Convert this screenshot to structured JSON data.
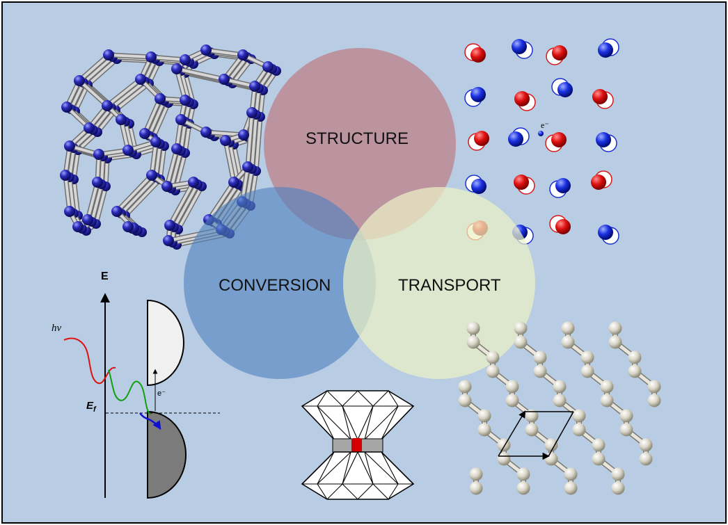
{
  "venn": {
    "sets": [
      {
        "label": "STRUCTURE",
        "color": "#c0504d"
      },
      {
        "label": "CONVERSION",
        "color": "#4f81bd"
      },
      {
        "label": "TRANSPORT",
        "color": "#ebf1c5"
      }
    ]
  },
  "band_diagram": {
    "energy_axis_label": "E",
    "photon_label": "hν",
    "fermi_label": "E",
    "fermi_subscript": "f",
    "electron_label": "e⁻"
  },
  "ionic_lattice": {
    "electron_label": "e⁻",
    "colors": {
      "cation": "#d81818",
      "anion": "#1a2fd0"
    }
  },
  "colors": {
    "background": "#b8cce4",
    "zeolite_atom": "#1c1c8a",
    "graphene_atom": "#e2dfd2",
    "anvil_sample": "#d40000"
  }
}
